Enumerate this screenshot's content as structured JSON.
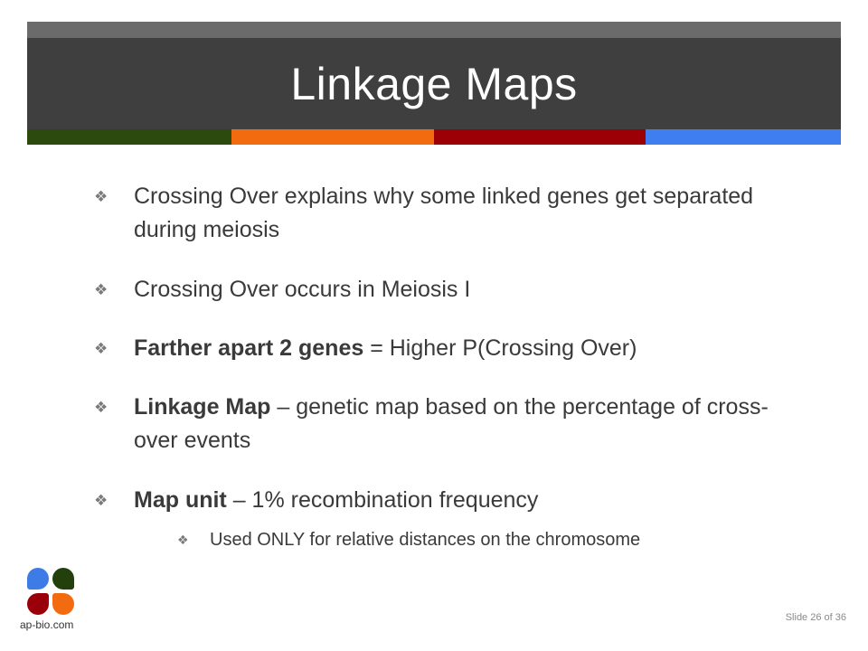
{
  "slide": {
    "title": "Linkage Maps",
    "bullet_glyph": "❖",
    "colors": {
      "title_band": "#3f3f3f",
      "top_bar": "#6b6b6b",
      "strip": [
        "#2d4a0e",
        "#f26b0f",
        "#9c0006",
        "#3e7ef0"
      ]
    }
  },
  "bullets": [
    {
      "bold": "",
      "text": "Crossing Over explains why some linked genes get separated during meiosis"
    },
    {
      "bold": "",
      "text": "Crossing Over occurs in Meiosis I"
    },
    {
      "bold": "Farther apart 2 genes",
      "text": " = Higher P(Crossing Over)"
    },
    {
      "bold": "Linkage Map",
      "text": " – genetic map based on the percentage of cross-over events"
    },
    {
      "bold": "Map unit",
      "text": " – 1% recombination frequency"
    },
    {
      "bold": "",
      "text": "Used ONLY for relative distances on the chromosome"
    }
  ],
  "footer": {
    "logo_text": "ap-bio.com",
    "slide_number": "Slide 26 of 36"
  }
}
